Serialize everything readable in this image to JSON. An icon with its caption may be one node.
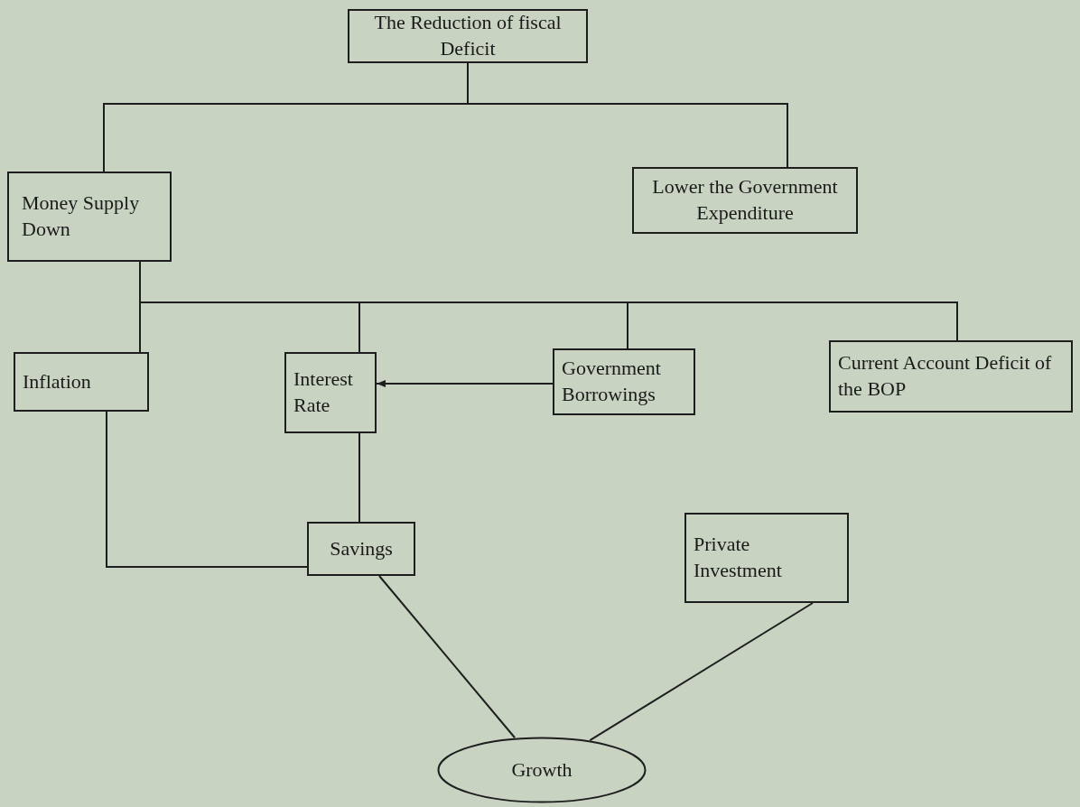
{
  "diagram": {
    "nodes": [
      {
        "text": [
          "The Reduction of fiscal Deficit"
        ]
      },
      {
        "text": [
          "Money Supply Down"
        ]
      },
      {
        "text": [
          "Lower the Government Expenditure"
        ]
      },
      {
        "text": [
          "Inflation"
        ]
      },
      {
        "text": [
          "Interest Rate"
        ]
      },
      {
        "text": [
          "Government Borrowings"
        ]
      },
      {
        "text": [
          "Current Account Deficit of the BOP"
        ]
      },
      {
        "text": [
          "Savings"
        ]
      },
      {
        "text": [
          "Private Investment"
        ]
      },
      {
        "text": [
          "Growth"
        ]
      }
    ],
    "edges": [
      {
        "from": 0,
        "to": 1,
        "arrow": "none"
      },
      {
        "from": 0,
        "to": 2,
        "arrow": "none"
      },
      {
        "from": 1,
        "to": 3,
        "arrow": "none"
      },
      {
        "from": 1,
        "to": 4,
        "arrow": "none"
      },
      {
        "from": 1,
        "to": 5,
        "arrow": "none"
      },
      {
        "from": 1,
        "to": 6,
        "arrow": "none"
      },
      {
        "from": 5,
        "to": 4,
        "arrow": "to"
      },
      {
        "from": 4,
        "to": 7,
        "arrow": "none"
      },
      {
        "from": 3,
        "to": 7,
        "arrow": "none"
      },
      {
        "from": 7,
        "to": 9,
        "arrow": "none"
      },
      {
        "from": 8,
        "to": 9,
        "arrow": "none"
      }
    ]
  }
}
